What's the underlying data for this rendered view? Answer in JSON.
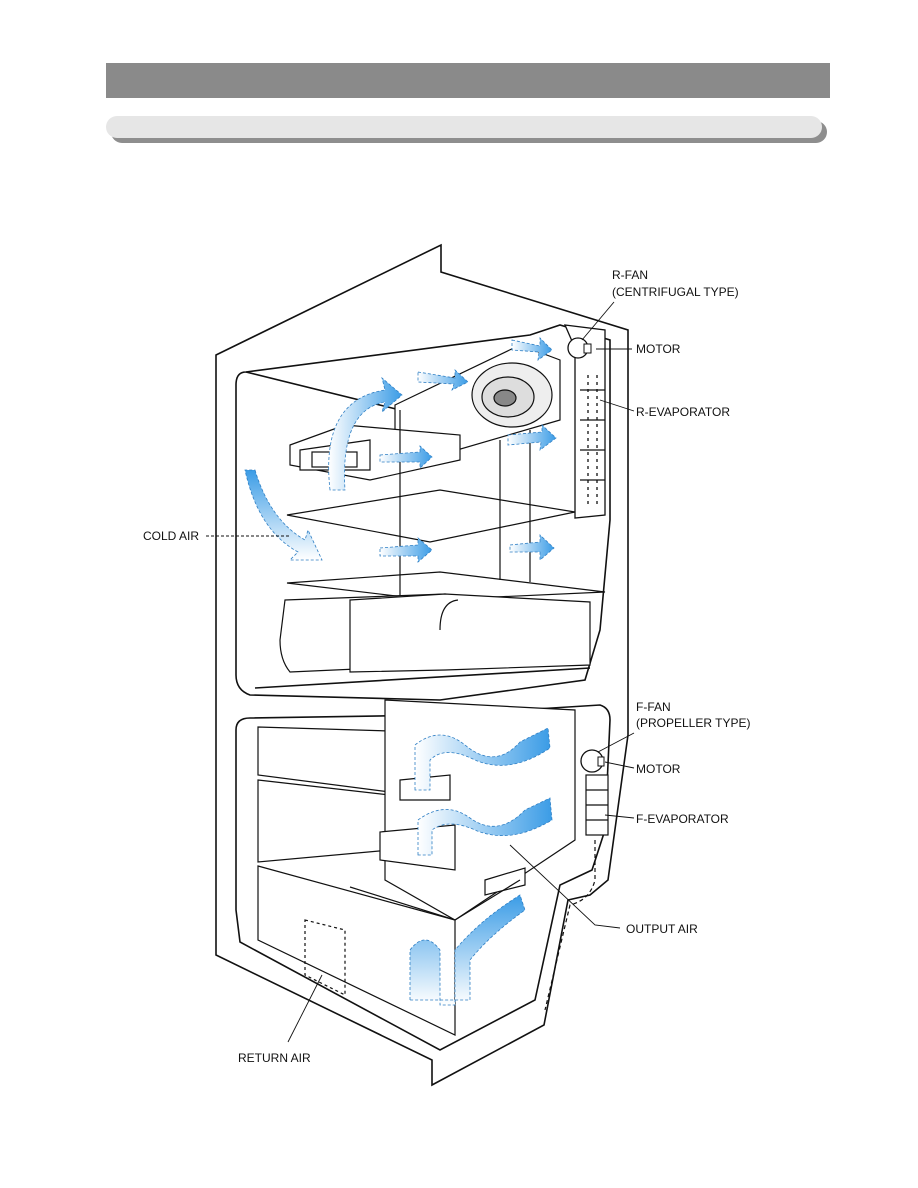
{
  "diagram": {
    "labels": {
      "r_fan_line1": "R-FAN",
      "r_fan_line2": "(CENTRIFUGAL TYPE)",
      "motor_top": "MOTOR",
      "r_evaporator": "R-EVAPORATOR",
      "cold_air": "COLD AIR",
      "f_fan_line1": "F-FAN",
      "f_fan_line2": "(PROPELLER TYPE)",
      "motor_bottom": "MOTOR",
      "f_evaporator": "F-EVAPORATOR",
      "output_air": "OUTPUT AIR",
      "return_air": "RETURN AIR"
    },
    "colors": {
      "header_bar": "#8a8a8a",
      "sub_bar": "#e6e6e6",
      "airflow": "#4aa3e8",
      "outline": "#111111"
    }
  }
}
